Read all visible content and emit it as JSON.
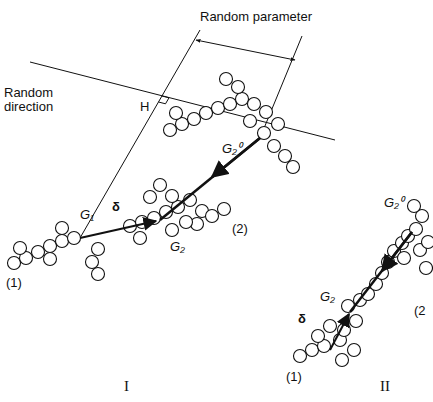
{
  "diagram": {
    "labels": [
      "Random parameter",
      "Random direction",
      "H",
      "G₁",
      "δ",
      "G₂",
      "G₂⁰",
      "(1)",
      "(2)",
      "I",
      "G₂⁰",
      "G₂",
      "δ",
      "(1)",
      "(2",
      "II"
    ]
  }
}
